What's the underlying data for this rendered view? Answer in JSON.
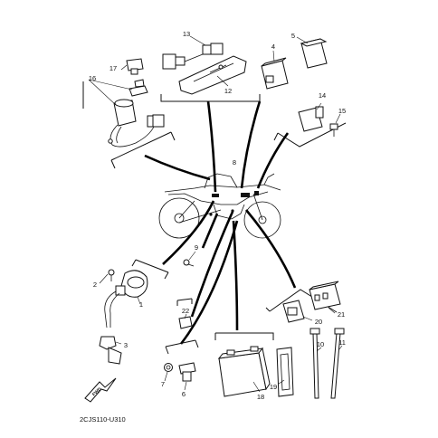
{
  "figure_code": "2CJS110-U310",
  "fwd_label": "FWD",
  "callouts": {
    "c1": "1",
    "c2": "2",
    "c3": "3",
    "c4": "4",
    "c5": "5",
    "c6": "6",
    "c7": "7",
    "c8": "8",
    "c9": "9",
    "c10": "10",
    "c11": "11",
    "c12": "12",
    "c13": "13",
    "c14": "14",
    "c15": "15",
    "c16": "16",
    "c17": "17",
    "c18": "18",
    "c19": "19",
    "c20": "20",
    "c21": "21",
    "c22": "22"
  }
}
